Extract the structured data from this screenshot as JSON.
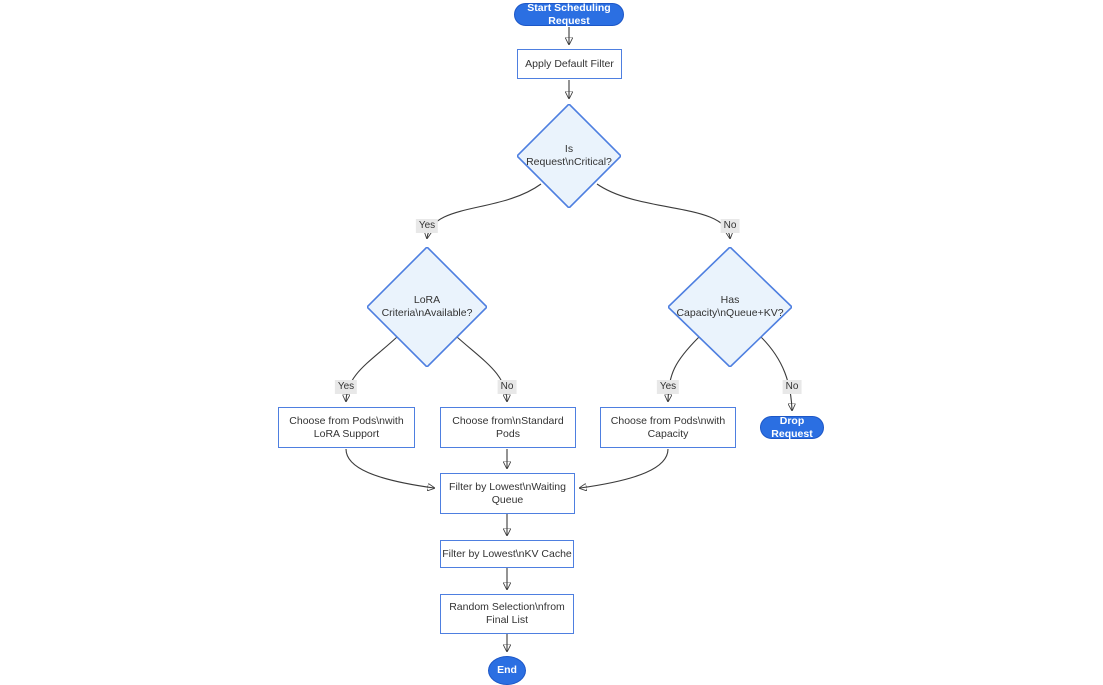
{
  "diagram": {
    "nodes": {
      "start": {
        "label": "Start Scheduling Request"
      },
      "apply_filter": {
        "label": "Apply Default Filter"
      },
      "is_critical": {
        "label": "Is Request\\nCritical?"
      },
      "lora_criteria": {
        "label": "LoRA Criteria\\nAvailable?"
      },
      "has_capacity": {
        "label": "Has Capacity\\nQueue+KV?"
      },
      "choose_lora": {
        "lines": [
          "Choose from Pods\\nwith",
          "LoRA Support"
        ]
      },
      "choose_standard": {
        "lines": [
          "Choose from\\nStandard",
          "Pods"
        ]
      },
      "choose_capacity": {
        "lines": [
          "Choose from Pods\\nwith",
          "Capacity"
        ]
      },
      "drop_request": {
        "label": "Drop Request"
      },
      "filter_waiting": {
        "lines": [
          "Filter by Lowest\\nWaiting",
          "Queue"
        ]
      },
      "filter_kv": {
        "label": "Filter by Lowest\\nKV Cache"
      },
      "random_selection": {
        "lines": [
          "Random Selection\\nfrom",
          "Final List"
        ]
      },
      "end": {
        "label": "End"
      }
    },
    "edge_labels": {
      "critical_yes": "Yes",
      "critical_no": "No",
      "lora_yes": "Yes",
      "lora_no": "No",
      "capacity_yes": "Yes",
      "capacity_no": "No"
    },
    "colors": {
      "accent_fill": "#2b6fe2",
      "node_border": "#4e7fe0",
      "diamond_fill": "#eaf3fc",
      "node_fill": "#ffffff",
      "text": "#333333",
      "edge": "#3b3b3b",
      "edge_label_bg": "#e8e8e8"
    }
  }
}
